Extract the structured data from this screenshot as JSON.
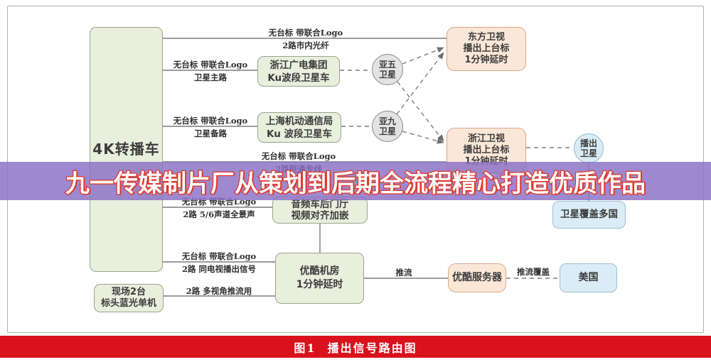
{
  "title_overlay": {
    "text": "九一传媒制片厂从策划到后期全流程精心打造优质作品",
    "text_color": "#ffffff",
    "outline_color": "#e0372b",
    "band_color": "rgba(139,113,197,0.84)"
  },
  "caption_bar": {
    "figure_label": "图1",
    "caption": "播出信号路由图",
    "bar_color": "#d9121d",
    "text_color": "#ffffff"
  },
  "nodes": {
    "van_4k": {
      "label": "4K转播车"
    },
    "scene_2": {
      "line1": "现场2台",
      "line2": "标头蓝光单机"
    },
    "zhejiang_group": {
      "line1": "浙江广电集团",
      "line2": "Ku波段卫星车"
    },
    "shanghai_mobile": {
      "line1": "上海机动通信局",
      "line2": "Ku 波段卫星车"
    },
    "audio_van": {
      "line1": "音频车后门厅",
      "line2": "视频对齐加嵌"
    },
    "youku_room": {
      "line1": "优酷机房",
      "line2": "1分钟延时"
    },
    "dongfang_tv": {
      "line1": "东方卫视",
      "line2": "播出上台标",
      "line3": "1分钟延时"
    },
    "zhejiang_tv": {
      "line1": "浙江卫视",
      "line2": "播出上台标",
      "line3": "1分钟延时"
    },
    "asiasat5": {
      "line1": "亚五",
      "line2": "卫星"
    },
    "asiasat9": {
      "line1": "亚九",
      "line2": "卫星"
    },
    "broadcast_sat": {
      "line1": "播出",
      "line2": "卫星"
    },
    "sat_coverage": {
      "label": "卫星覆盖多国"
    },
    "youku_server": {
      "label": "优酷服务器"
    },
    "usa": {
      "label": "美国"
    }
  },
  "edge_labels": {
    "city_fiber": {
      "line1": "无台标 带联合Logo",
      "line2": "2路市内光纤"
    },
    "sat_main": {
      "line1": "无台标 带联合Logo",
      "line2": "卫星主路"
    },
    "sat_backup": {
      "line1": "无台标 带联合Logo",
      "line2": "卫星备路"
    },
    "unicom_line": {
      "line1": "无台标 带联合Logo",
      "line2": "2路联通专线"
    },
    "atmos": {
      "line1": "无台标 带联合Logo",
      "line2": "2路 5/6声道全景声"
    },
    "tv_signal": {
      "line1": "无台标 带联合Logo",
      "line2": "2路 同电视播出信号"
    },
    "multiview": {
      "label": "2路 多视角推流用"
    },
    "push": {
      "label": "推流"
    },
    "push_coverage": {
      "label": "推流覆盖"
    }
  },
  "colors": {
    "green_fill": "#e9eedd",
    "green_border": "#9aa48c",
    "peach_fill": "#fbe7d7",
    "peach_border": "#d6a788",
    "gray_fill": "#e3e3e3",
    "gray_border": "#8a8a8a",
    "blue_fill": "#daedf6",
    "blue_border": "#9cbecf",
    "wire": "#7d7d7d",
    "frame_border": "#aeaeae"
  }
}
